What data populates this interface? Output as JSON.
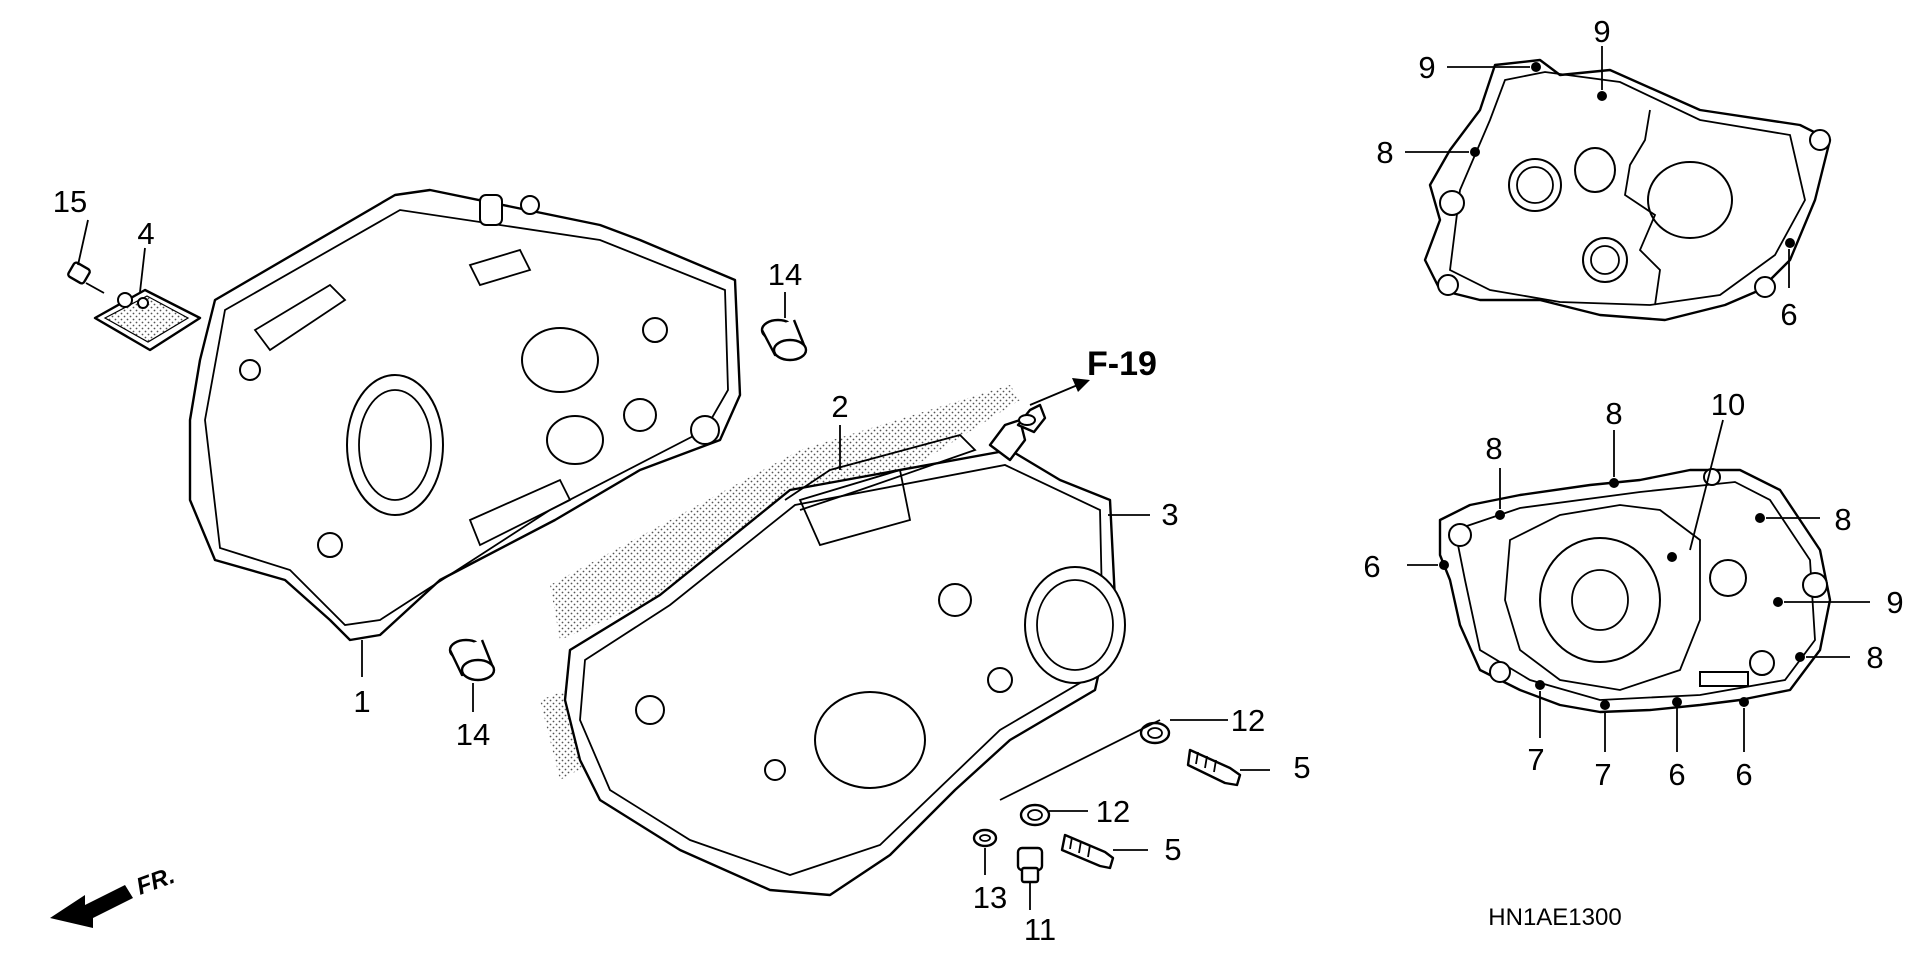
{
  "diagram": {
    "reference_label": "F-19",
    "direction_label": "FR.",
    "diagram_code": "HN1AE1300",
    "callouts": [
      "15",
      "4",
      "14",
      "1",
      "14",
      "2",
      "3",
      "12",
      "5",
      "12",
      "5",
      "13",
      "11",
      "9",
      "9",
      "8",
      "6",
      "8",
      "8",
      "10",
      "6",
      "8",
      "9",
      "8",
      "7",
      "7",
      "6",
      "6"
    ]
  }
}
